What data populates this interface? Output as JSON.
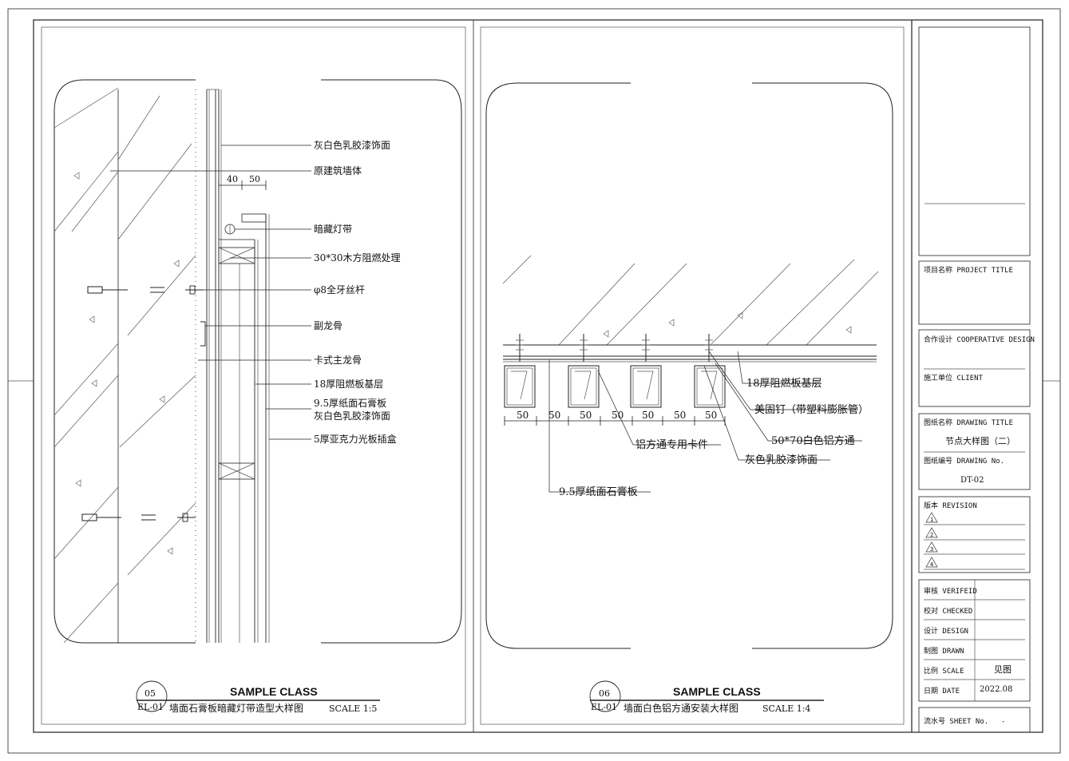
{
  "left_detail": {
    "dims": [
      "40",
      "50"
    ],
    "callouts": [
      "灰白色乳胶漆饰面",
      "原建筑墙体",
      "暗藏灯带",
      "30*30木方阻燃处理",
      "φ8全牙丝杆",
      "副龙骨",
      "卡式主龙骨",
      "18厚阻燃板基层",
      "9.5厚纸面石膏板",
      "灰白色乳胶漆饰面",
      "5厚亚克力光板插盒"
    ],
    "tag_num": "05",
    "tag_ref": "EL-01",
    "class_name": "SAMPLE CLASS",
    "caption": "墙面石膏板暗藏灯带造型大样图",
    "scale": "SCALE 1:5"
  },
  "right_detail": {
    "dims": [
      "50",
      "50",
      "50",
      "50",
      "50",
      "50",
      "50"
    ],
    "callouts": [
      "18厚阻燃板基层",
      "美固钉（带塑料膨胀管）",
      "50*70白色铝方通",
      "铝方通专用卡件",
      "灰色乳胶漆饰面",
      "9.5厚纸面石膏板"
    ],
    "tag_num": "06",
    "tag_ref": "EL-01",
    "class_name": "SAMPLE CLASS",
    "caption": "墙面白色铝方通安装大样图",
    "scale": "SCALE 1:4"
  },
  "title_block": {
    "project_title": "项目名称 PROJECT TITLE",
    "cooperative": "合作设计 COOPERATIVE DESIGN",
    "client": "施工单位 CLIENT",
    "drawing_title_label": "图纸名称 DRAWING TITLE",
    "drawing_title": "节点大样图（二）",
    "drawing_no_label": "图纸编号 DRAWING No.",
    "drawing_no": "DT-02",
    "revision_label": "版本 REVISION",
    "revisions": [
      "1",
      "2",
      "3",
      "4"
    ],
    "verified": "审核 VERIFEID",
    "checked": "校对 CHECKED",
    "design": "设计 DESIGN",
    "drawn": "制图 DRAWN",
    "scale_label": "比例 SCALE",
    "scale_value": "见图",
    "date_label": "日期 DATE",
    "date_value": "2022.08",
    "sheet_label": "流水号 SHEET No.",
    "sheet_value": "-"
  }
}
